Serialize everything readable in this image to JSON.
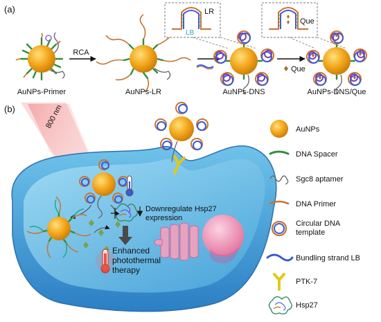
{
  "panel_a": {
    "label": "(a)",
    "stages": [
      "AuNPs-Primer",
      "AuNPs-LR",
      "AuNPs-DNS",
      "AuNPs-DNS/Que"
    ],
    "arrow1_label": "RCA",
    "arrow3_label": "Que",
    "inset1": {
      "top_label": "LR",
      "bottom_label": "LB"
    },
    "inset2": {
      "label": "Que"
    }
  },
  "panel_b": {
    "label": "(b)",
    "laser_label": "800 nm",
    "downregulate_text": [
      "Downregulate Hsp27",
      "expression"
    ],
    "enhanced_text": [
      "Enhanced",
      "photothermal",
      "therapy"
    ]
  },
  "legend": [
    {
      "icon": "aunp-icon",
      "label": "AuNPs"
    },
    {
      "icon": "dna-spacer-icon",
      "label": "DNA Spacer"
    },
    {
      "icon": "aptamer-icon",
      "label": "Sgc8 aptamer"
    },
    {
      "icon": "primer-icon",
      "label": "DNA Primer"
    },
    {
      "icon": "circular-template-icon",
      "label": "Circular DNA template"
    },
    {
      "icon": "bundling-strand-icon",
      "label": "Bundling strand LB"
    },
    {
      "icon": "ptk7-icon",
      "label": "PTK-7"
    },
    {
      "icon": "hsp27-icon",
      "label": "Hsp27"
    }
  ],
  "colors": {
    "gold": "#f2a51a",
    "spacer": "#2f8f3c",
    "primer": "#c9732e",
    "cell": "#4a9fd6",
    "nucleus": "#f0a4c2",
    "laser": "#f08080"
  }
}
